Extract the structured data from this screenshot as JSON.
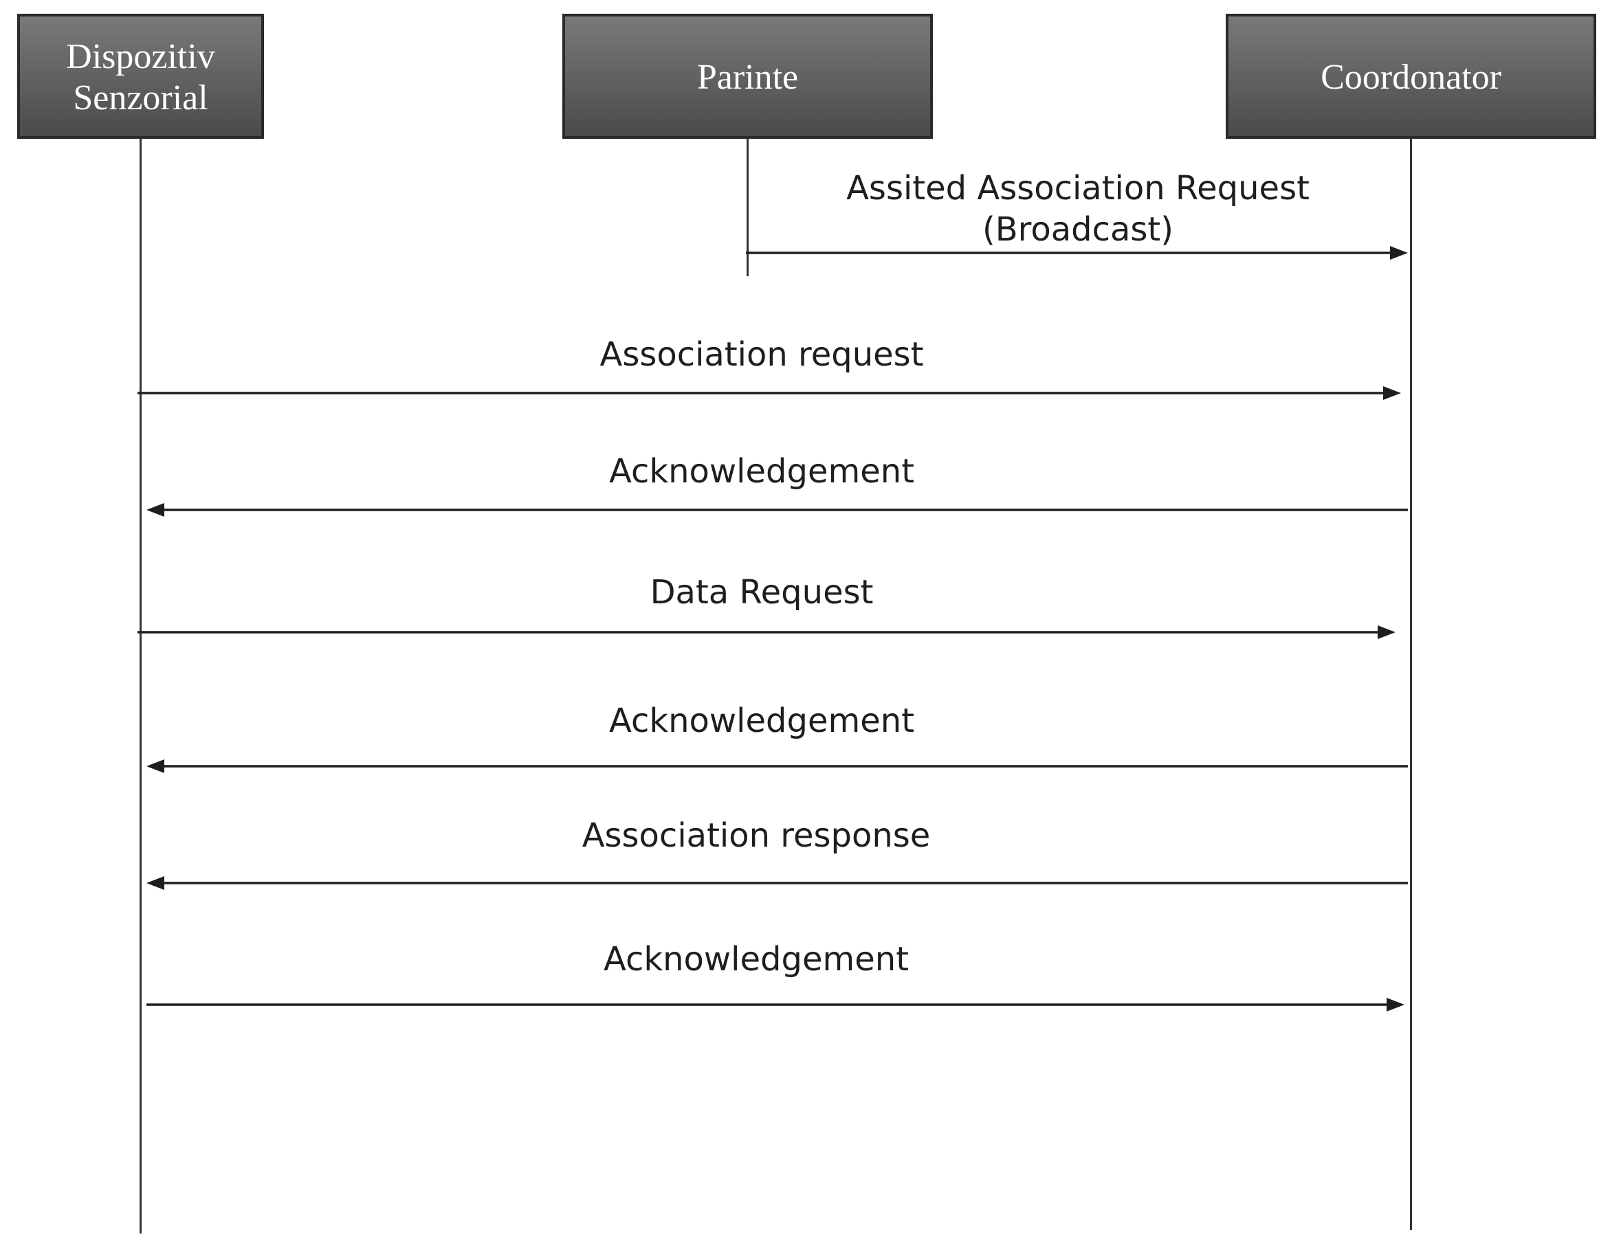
{
  "actors": [
    {
      "id": "dispozitiv",
      "label_lines": [
        "Dispozitiv",
        "Senzorial"
      ]
    },
    {
      "id": "parinte",
      "label_lines": [
        "Parinte"
      ]
    },
    {
      "id": "coordonator",
      "label_lines": [
        "Coordonator"
      ]
    }
  ],
  "messages": [
    {
      "from": "parinte",
      "to": "coordonator",
      "label_lines": [
        "Assited Association Request",
        "(Broadcast)"
      ]
    },
    {
      "from": "dispozitiv",
      "to": "coordonator",
      "label_lines": [
        "Association request"
      ]
    },
    {
      "from": "coordonator",
      "to": "dispozitiv",
      "label_lines": [
        "Acknowledgement"
      ]
    },
    {
      "from": "dispozitiv",
      "to": "coordonator",
      "label_lines": [
        "Data Request"
      ]
    },
    {
      "from": "coordonator",
      "to": "dispozitiv",
      "label_lines": [
        "Acknowledgement"
      ]
    },
    {
      "from": "coordonator",
      "to": "dispozitiv",
      "label_lines": [
        "Association response"
      ]
    },
    {
      "from": "dispozitiv",
      "to": "coordonator",
      "label_lines": [
        "Acknowledgement"
      ]
    }
  ],
  "colors": {
    "actor_fill_top": "#7a7a7a",
    "actor_fill_bottom": "#4a4a4a",
    "actor_border": "#2a2a2a",
    "line": "#1e1e1e"
  }
}
